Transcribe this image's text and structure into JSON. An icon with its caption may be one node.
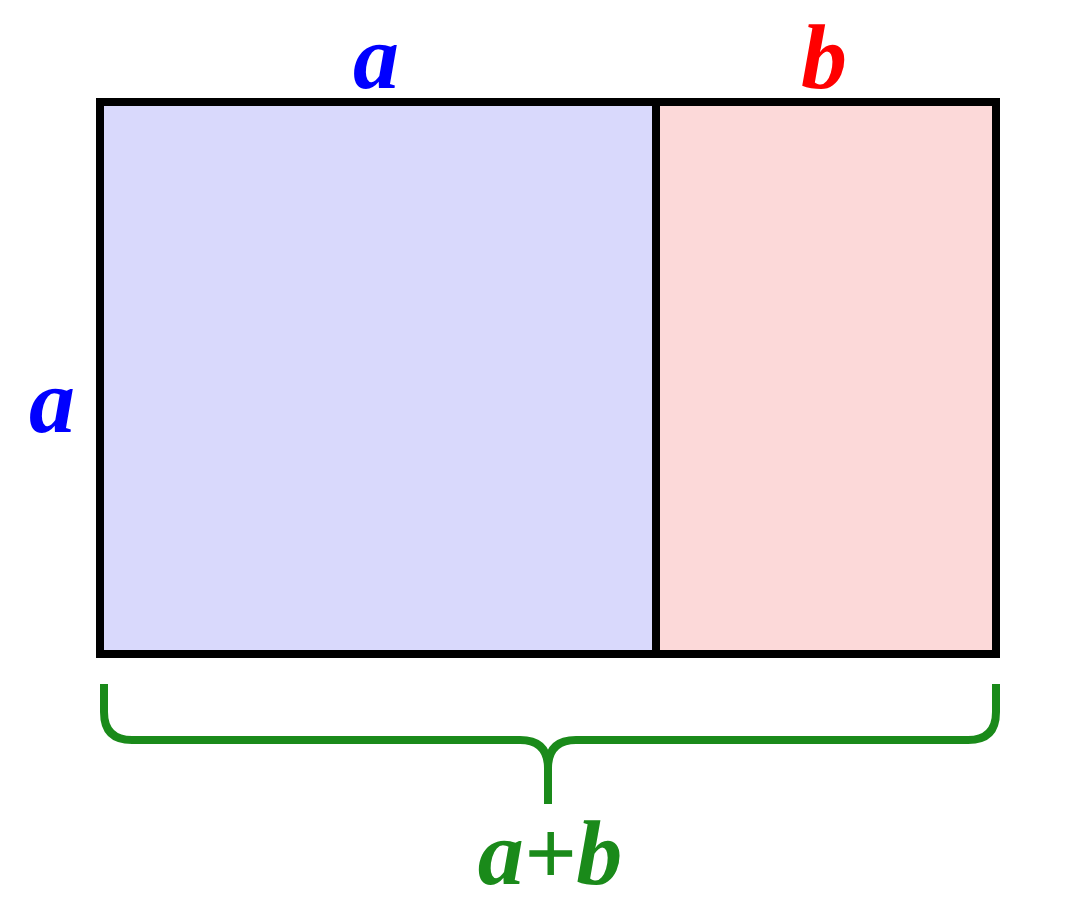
{
  "diagram": {
    "labels": [
      "a",
      "b",
      "a",
      "a+b"
    ]
  }
}
